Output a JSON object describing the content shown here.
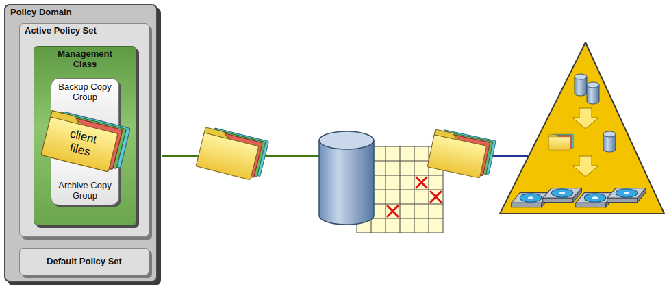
{
  "diagram": {
    "nodes": [
      {
        "text": [
          "Policy Domain"
        ]
      },
      {
        "text": [
          "Active Policy Set"
        ],
        "in": 0
      },
      {
        "text": [
          "Management Class"
        ],
        "in": 1
      },
      {
        "text": [
          "Backup Copy Group"
        ],
        "in": 2
      },
      {
        "text": [
          "client files"
        ],
        "in": 2
      },
      {
        "text": [
          "Archive Copy Group"
        ],
        "in": 2
      },
      {
        "text": [
          "Default Policy Set"
        ],
        "in": 0
      }
    ]
  }
}
